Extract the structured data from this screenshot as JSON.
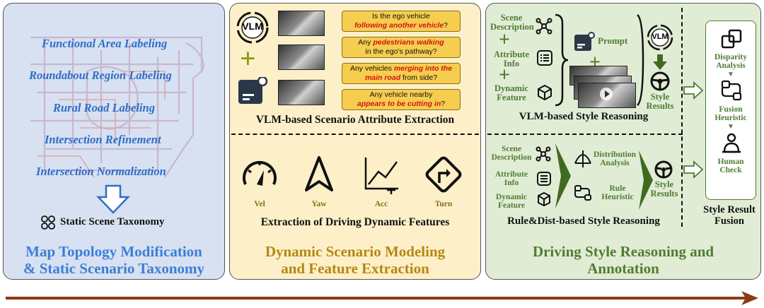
{
  "panel1": {
    "map_labels": [
      "Functional Area Labeling",
      "Roundabout Region Labeling",
      "Rural Road Labeling",
      "Intersection Refinement",
      "Intersection Normalization"
    ],
    "taxonomy_label": "Static Scene Taxonomy",
    "title_line1": "Map Topology Modification",
    "title_line2": "& Static Scenario Taxonomy"
  },
  "panel2": {
    "vlm_badge": "VLM",
    "questions": [
      {
        "pre": "Is the ego vehicle",
        "hl": "following another vehicle",
        "post": "?"
      },
      {
        "pre": "Any ",
        "hl": "pedestrians walking",
        "post": "in the ego's pathway?"
      },
      {
        "pre": "Any vehicles ",
        "hl": "merging into the main road",
        "post": " from side?"
      },
      {
        "pre": "Any vehicle nearby",
        "hl": "appears to be cutting in",
        "post": "?"
      }
    ],
    "attr_caption": "VLM-based Scenario Attribute Extraction",
    "features": [
      "Vel",
      "Yaw",
      "Acc",
      "Turn"
    ],
    "dyn_caption": "Extraction of Driving Dynamic Features",
    "title_line1": "Dynamic Scenario Modeling",
    "title_line2": "and Feature Extraction"
  },
  "panel3": {
    "top_inputs": [
      "Scene Description",
      "Attribute Info",
      "Dynamic Feature"
    ],
    "prompt": "Prompt",
    "vlm_badge": "VLM",
    "style_results": "Style Results",
    "vlm_caption": "VLM-based Style Reasoning",
    "bottom_inputs": [
      "Scene Description",
      "Attribute Info",
      "Dynamic Feature"
    ],
    "dist_analysis": "Distribution Analysis",
    "rule_heuristic": "Rule Heuristic",
    "rule_caption": "Rule&Dist-based Style Reasoning",
    "fusion_steps": [
      "Disparity Analysis",
      "Fusion Heuristic",
      "Human Check"
    ],
    "fusion_caption": "Style Result Fusion",
    "title_line1": "Driving Style Reasoning and",
    "title_line2": "Annotation"
  }
}
